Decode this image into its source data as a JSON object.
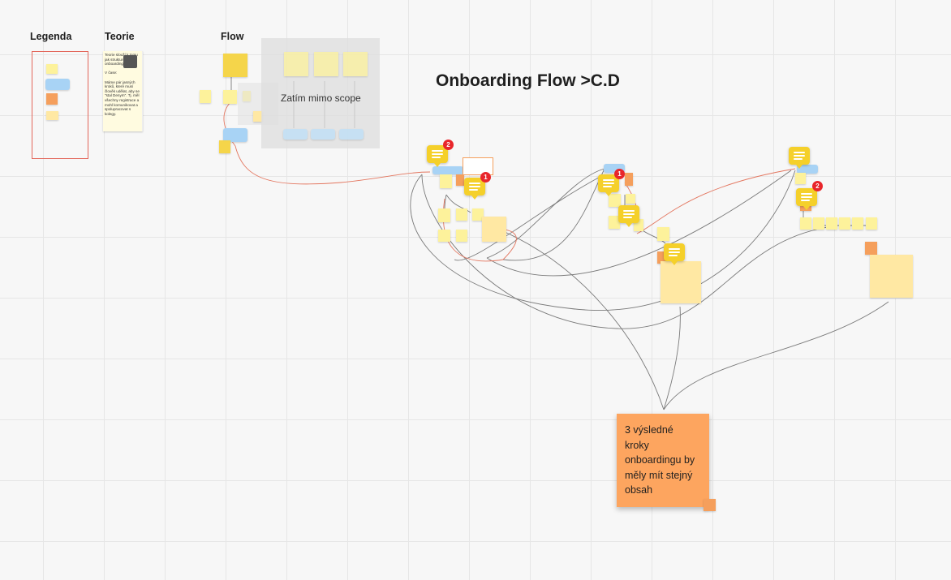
{
  "board": {
    "title": "Onboarding Flow >C.D",
    "sections": {
      "legend": "Legenda",
      "theory": "Teorie",
      "flow": "Flow"
    },
    "theory_note": {
      "text": "Teorie slouží k tomu jak strukturovat onboarding.\n\nV čase:\n\nMáme pár jasných kroků, které musí člověk udělat, aby se \"stal Denym\". Tj. měl všechny registrace a mohl komunikovat a spolupracovat s kolegy."
    },
    "out_of_scope_label": "Zatím mimo scope",
    "big_note_text": "3 výsledné kroky onboardingu by měly mít stejný obsah",
    "comment_badges": [
      "2",
      "1",
      "1",
      "2"
    ]
  },
  "colors": {
    "sticky_yellow": "#fdf29b",
    "sticky_orange": "#f59f5c",
    "card_blue": "#a8d3f5",
    "comment_yellow": "#f5d02a",
    "badge_red": "#e8262b",
    "legend_frame": "#e3665a"
  },
  "icons": [
    "comment-icon",
    "shape-icon"
  ]
}
